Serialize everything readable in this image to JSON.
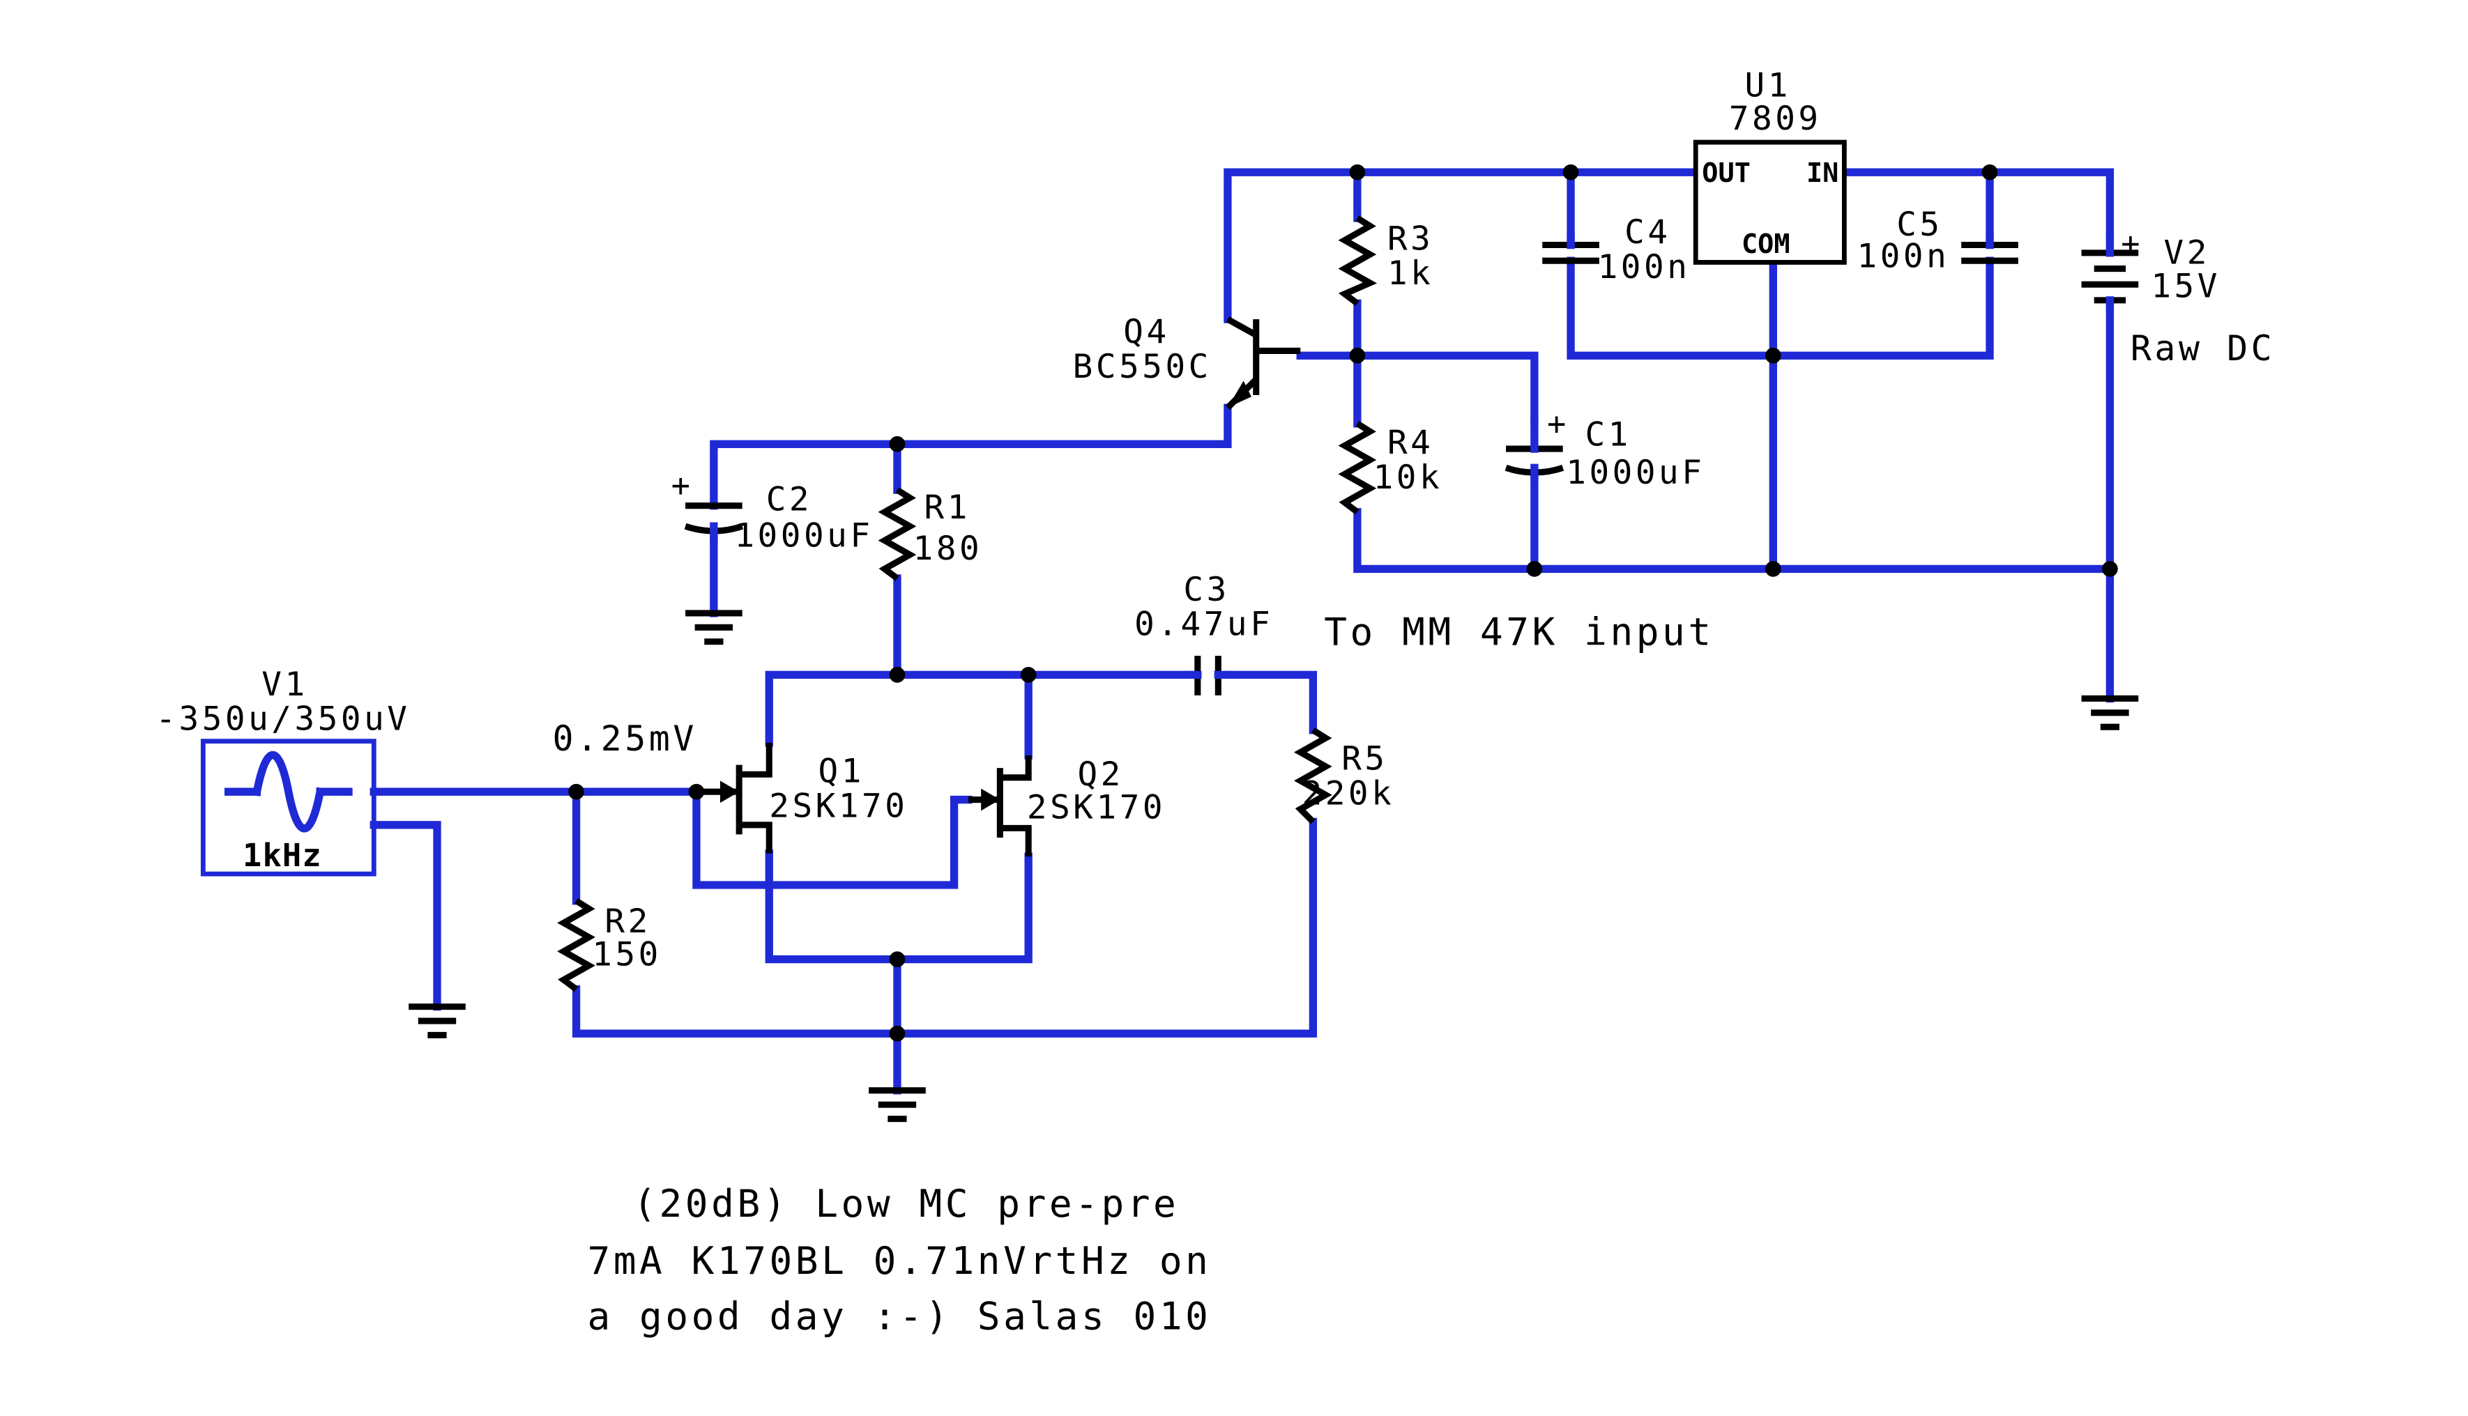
{
  "components": {
    "v1": {
      "ref": "V1",
      "value": "-350u/350uV",
      "freq": "1kHz"
    },
    "v2": {
      "ref": "V2",
      "value": "15V",
      "note": "Raw DC"
    },
    "u1": {
      "ref": "U1",
      "value": "7809",
      "pin_out": "OUT",
      "pin_in": "IN",
      "pin_com": "COM"
    },
    "q1": {
      "ref": "Q1",
      "value": "2SK170"
    },
    "q2": {
      "ref": "Q2",
      "value": "2SK170"
    },
    "q4": {
      "ref": "Q4",
      "value": "BC550C"
    },
    "r1": {
      "ref": "R1",
      "value": "180"
    },
    "r2": {
      "ref": "R2",
      "value": "150"
    },
    "r3": {
      "ref": "R3",
      "value": "1k"
    },
    "r4": {
      "ref": "R4",
      "value": "10k"
    },
    "r5": {
      "ref": "R5",
      "value": "220k"
    },
    "c1": {
      "ref": "C1",
      "value": "1000uF"
    },
    "c2": {
      "ref": "C2",
      "value": "1000uF"
    },
    "c3": {
      "ref": "C3",
      "value": "0.47uF"
    },
    "c4": {
      "ref": "C4",
      "value": "100n"
    },
    "c5": {
      "ref": "C5",
      "value": "100n"
    }
  },
  "annotations": {
    "input_level": "0.25mV",
    "output_note": "To MM 47K input",
    "description": [
      "(20dB) Low MC pre-pre",
      "7mA K170BL 0.71nVrtHz on",
      "a good day :-) Salas 010"
    ]
  },
  "symbols": {
    "plus": "+"
  },
  "colors": {
    "wire": "#1f2ad6",
    "component": "#000000",
    "background": "#ffffff"
  }
}
